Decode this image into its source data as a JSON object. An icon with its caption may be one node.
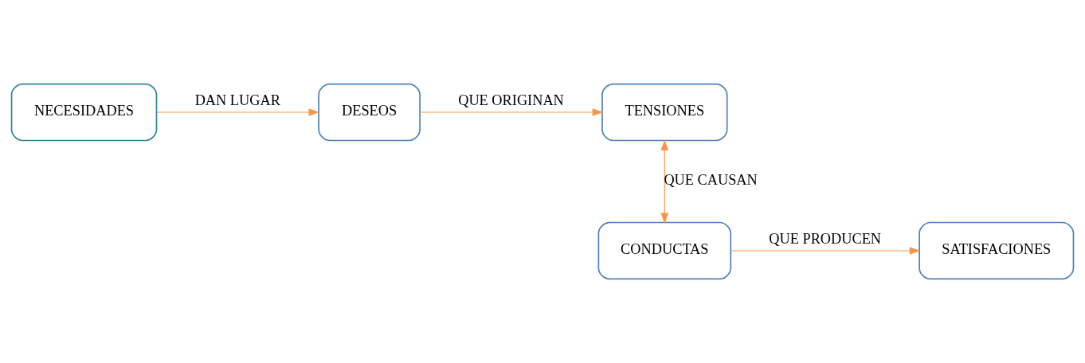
{
  "diagram": {
    "nodes": [
      {
        "text": [
          "NECESIDADES"
        ]
      },
      {
        "text": [
          "DESEOS"
        ]
      },
      {
        "text": [
          "TENSIONES"
        ]
      },
      {
        "text": [
          "CONDUCTAS"
        ]
      },
      {
        "text": [
          "SATISFACIONES"
        ]
      }
    ],
    "edges": [
      {
        "from": 0,
        "to": 1,
        "arrow": "to",
        "label": "DAN LUGAR"
      },
      {
        "from": 1,
        "to": 2,
        "arrow": "to",
        "label": "QUE ORIGINAN"
      },
      {
        "from": 2,
        "to": 3,
        "arrow": "both",
        "label": "QUE CAUSAN"
      },
      {
        "from": 3,
        "to": 4,
        "arrow": "to",
        "label": "QUE PRODUCEN"
      }
    ]
  }
}
